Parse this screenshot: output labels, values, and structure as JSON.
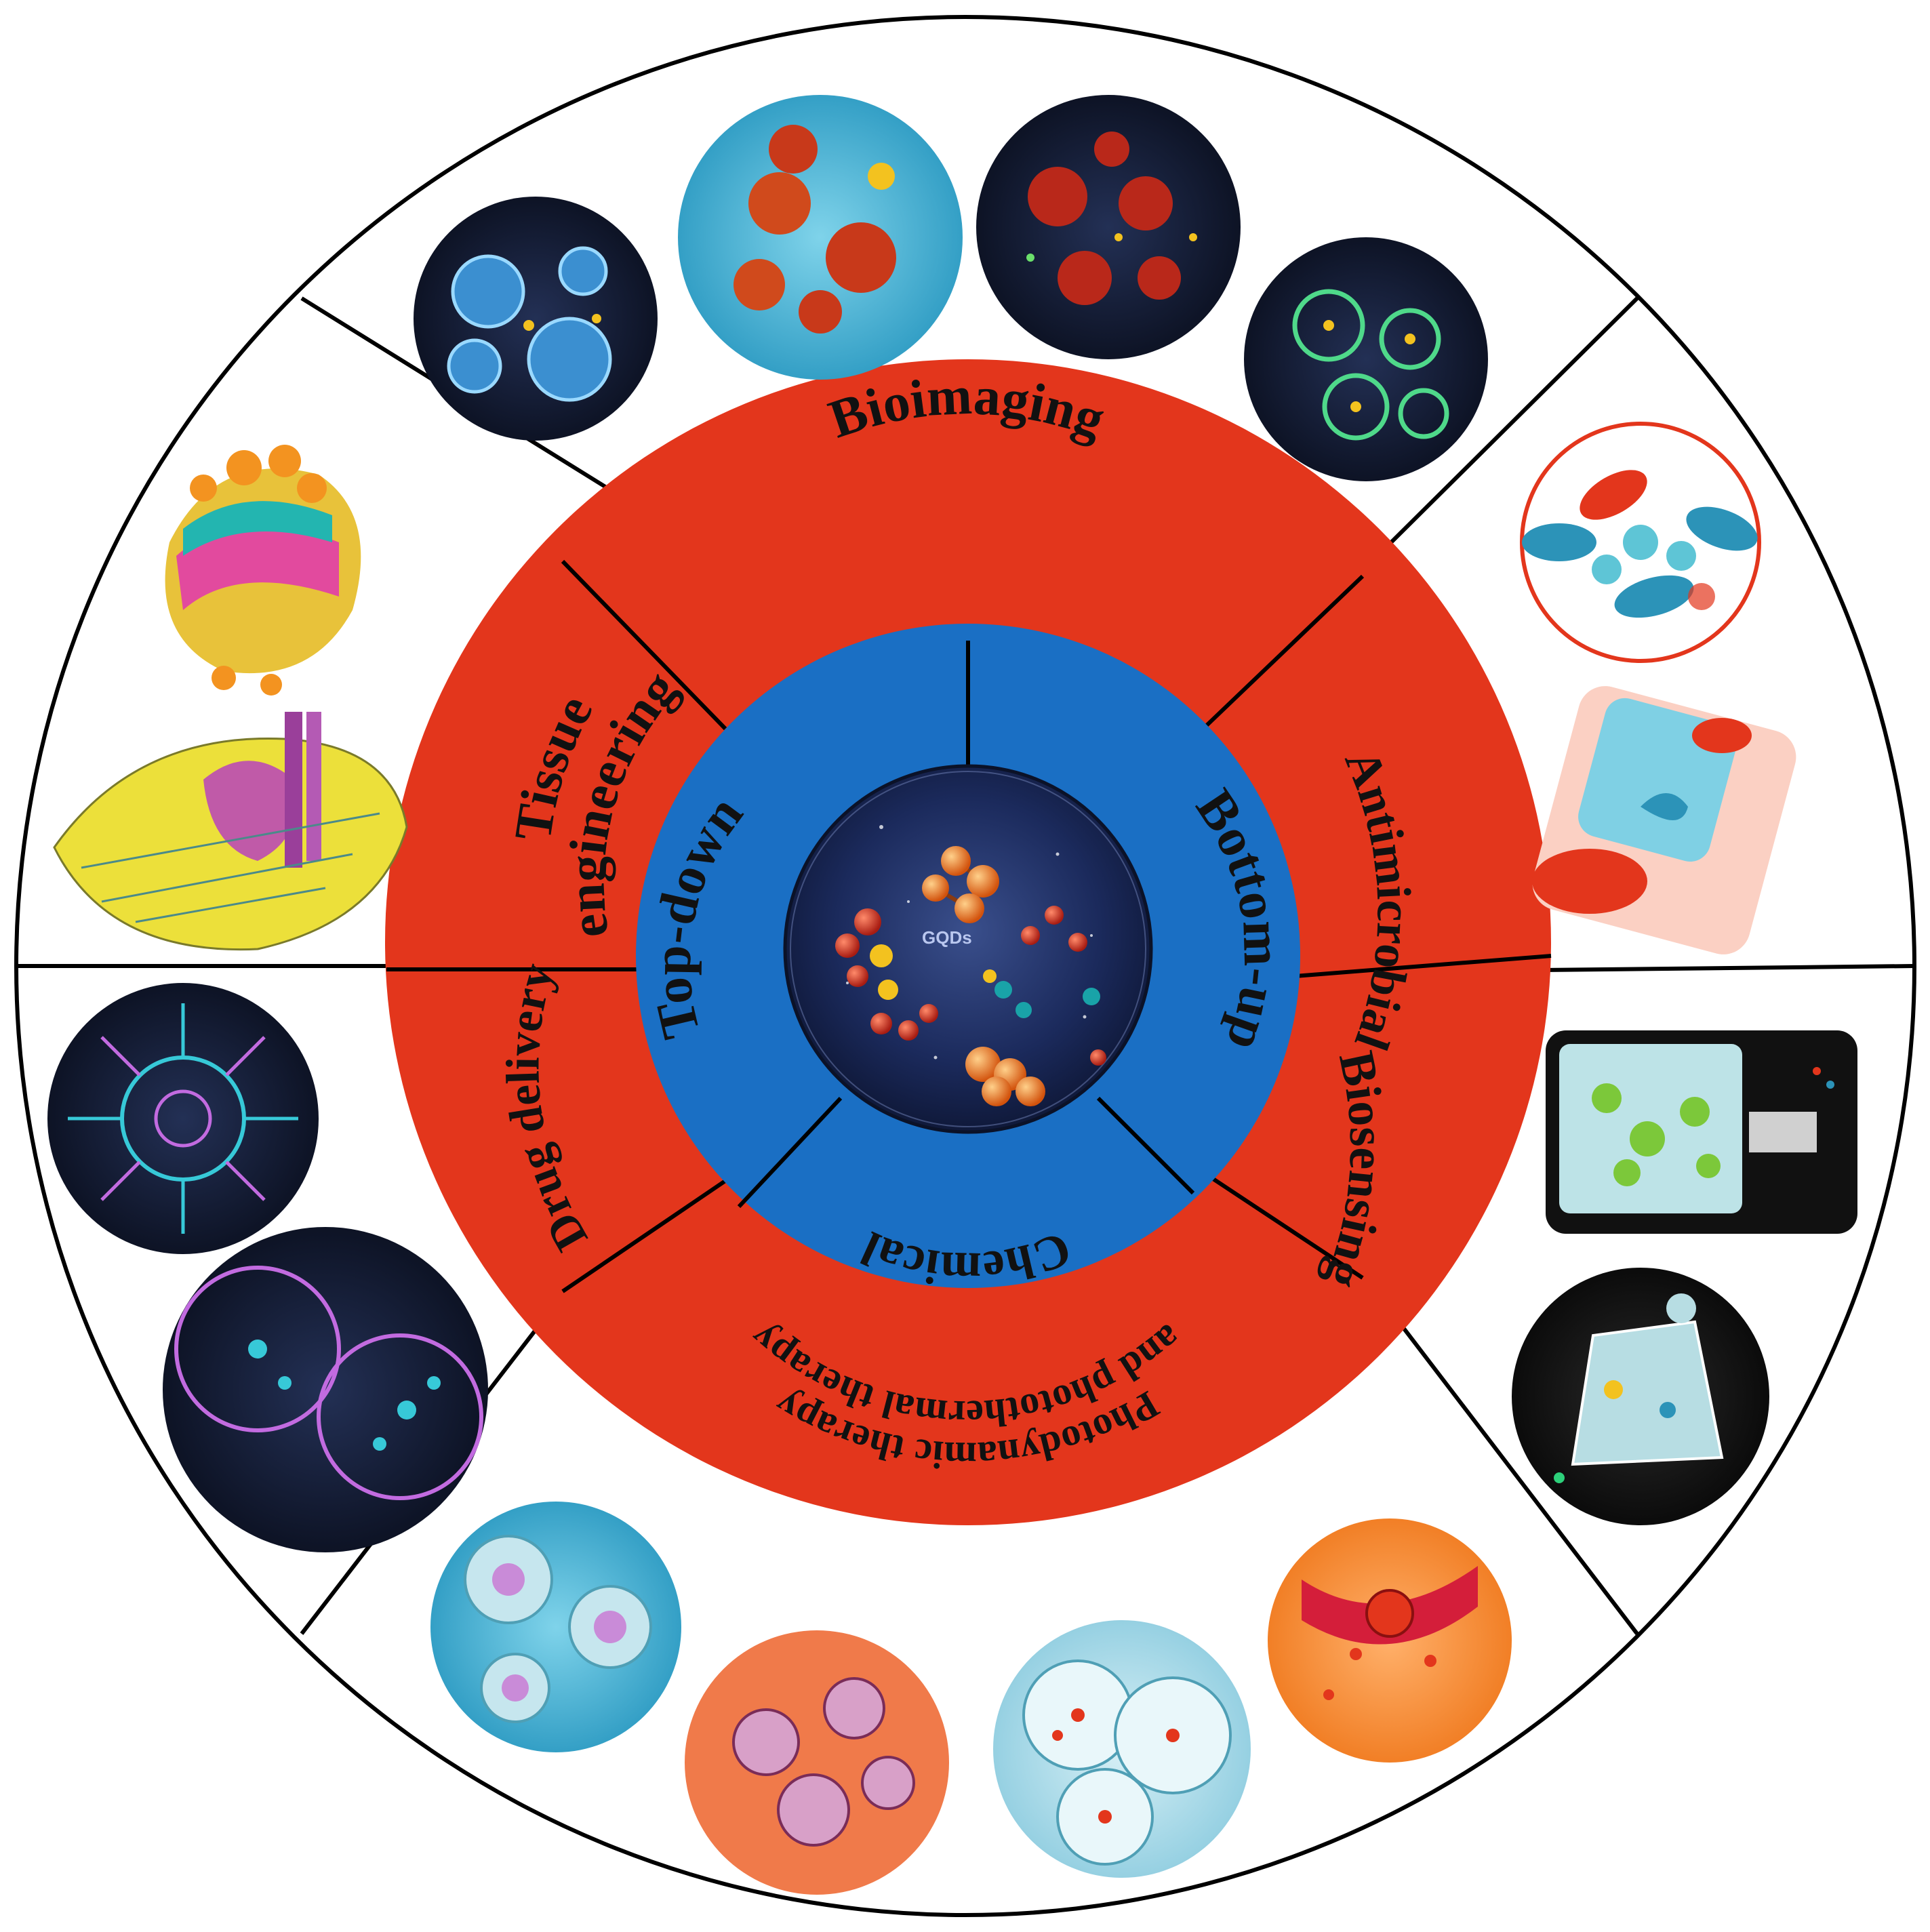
{
  "colors": {
    "background": "#ffffff",
    "outer_ring_stroke": "#000000",
    "red_ring": "#e3361c",
    "blue_ring": "#1a6fc4",
    "center_space": "#16224a",
    "center_space_light": "#3a4f8c",
    "molecule_orange": "#e8650f",
    "molecule_red": "#c6281c",
    "molecule_yellow": "#f3c21f",
    "molecule_teal": "#19a3a8",
    "label_text": "#111111"
  },
  "center": {
    "label": "GQDs",
    "icon": "graphene-quantum-dot-space-illustration"
  },
  "synthesis_methods": [
    {
      "key": "top-down",
      "label": "Top-down"
    },
    {
      "key": "bottom-up",
      "label": "Bottom-up"
    },
    {
      "key": "chemical",
      "label": "Chemical"
    }
  ],
  "applications": [
    {
      "key": "bioimaging",
      "lines": [
        "Bioimaging"
      ],
      "icon": "fluorescent-cell-imaging-illustrations"
    },
    {
      "key": "antimicrobial",
      "lines": [
        "Antimicrobial"
      ],
      "icon": "bacteria-illustrations"
    },
    {
      "key": "biosensing",
      "lines": [
        "Biosensing"
      ],
      "icon": "biosensor-device-illustrations"
    },
    {
      "key": "phototherapy",
      "lines": [
        "Photodynamic therapy",
        "and photothermal therapy"
      ],
      "icon": "tumor-cell-therapy-illustrations"
    },
    {
      "key": "drug-delivery",
      "lines": [
        "Drug delivery"
      ],
      "icon": "nanocarrier-drug-release-illustrations"
    },
    {
      "key": "tissue-engineering",
      "lines": [
        "Tissue",
        "engineering"
      ],
      "icon": "scaffold-tissue-illustrations"
    }
  ]
}
